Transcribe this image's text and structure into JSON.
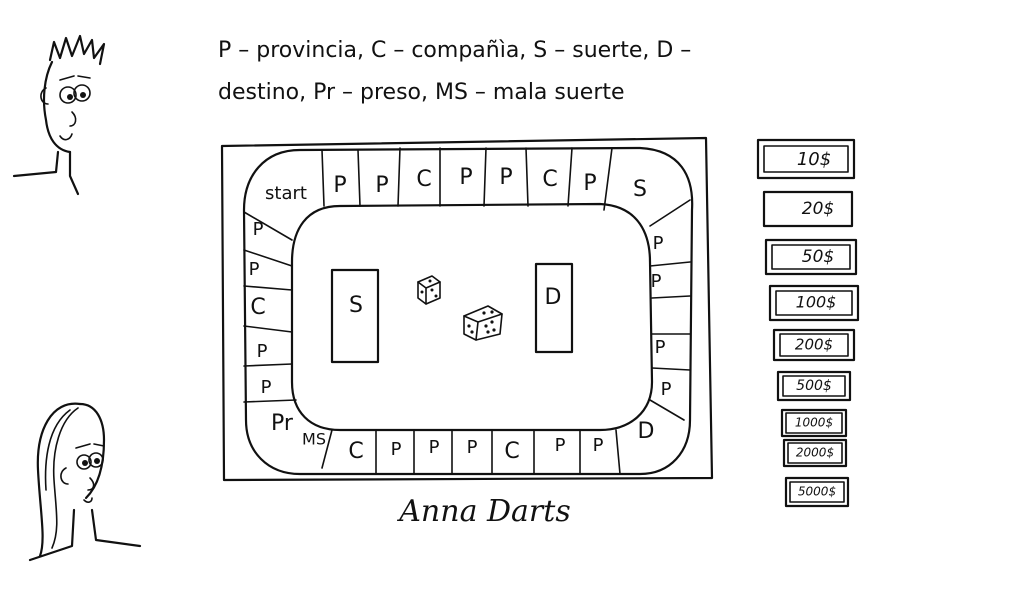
{
  "legend": {
    "line1": "P – provincia, C – compañìa, S – suerte, D –",
    "line2": "destino, Pr – preso, MS – mala suerte"
  },
  "board": {
    "top_row": [
      "start",
      "P",
      "P",
      "C",
      "P",
      "P",
      "C",
      "P",
      "S"
    ],
    "right_col": [
      "P",
      "P",
      "P",
      "P",
      "D"
    ],
    "bottom_row": [
      "P",
      "P",
      "C",
      "P",
      "P",
      "P",
      "C",
      "MS",
      "Pr"
    ],
    "left_col": [
      "P",
      "P",
      "C",
      "P",
      "P"
    ],
    "center_left_card": "S",
    "center_right_card": "D"
  },
  "bills": [
    "10$",
    "20$",
    "50$",
    "100$",
    "200$",
    "500$",
    "1000$",
    "2000$",
    "5000$"
  ],
  "signature": "Anna Darts",
  "colors": {
    "ink": "#111111",
    "background": "#ffffff"
  }
}
